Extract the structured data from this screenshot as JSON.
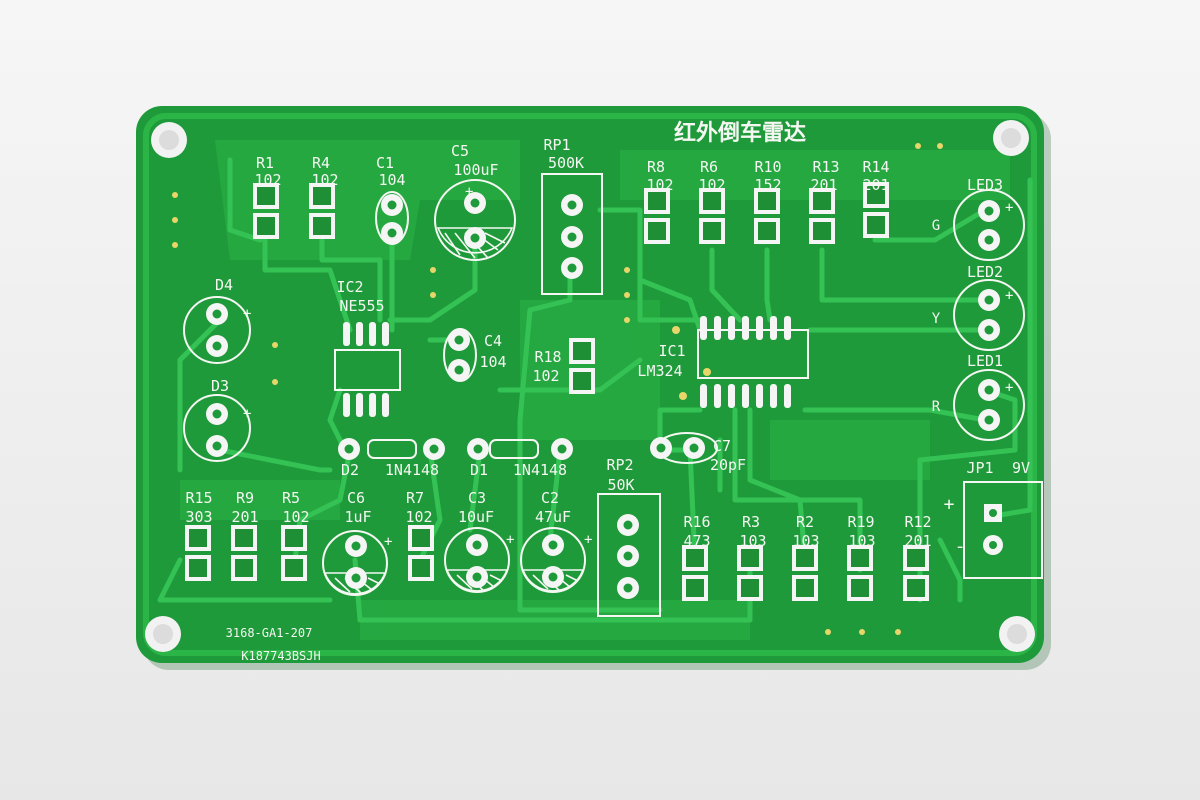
{
  "board": {
    "title": "红外倒车雷达",
    "part_number": "3168-GA1-207",
    "batch_code": "K187743BSJH",
    "colors": {
      "background": "#efefef",
      "board": "#1f9a3a",
      "copper": "#2bb547",
      "silkscreen": "#f4f7f2",
      "pad": "#f5f5f5"
    }
  },
  "components": {
    "r1": {
      "ref": "R1",
      "value": "102"
    },
    "r4": {
      "ref": "R4",
      "value": "102"
    },
    "c1": {
      "ref": "C1",
      "value": "104"
    },
    "c5": {
      "ref": "C5",
      "value": "100uF"
    },
    "rp1": {
      "ref": "RP1",
      "value": "500K"
    },
    "r8": {
      "ref": "R8",
      "value": "102"
    },
    "r6": {
      "ref": "R6",
      "value": "102"
    },
    "r10": {
      "ref": "R10",
      "value": "152"
    },
    "r13": {
      "ref": "R13",
      "value": "201"
    },
    "r14": {
      "ref": "R14",
      "value": "201"
    },
    "led3": {
      "ref": "LED3",
      "color_mark": "G"
    },
    "led2": {
      "ref": "LED2",
      "color_mark": "Y"
    },
    "led1": {
      "ref": "LED1",
      "color_mark": "R"
    },
    "d4": {
      "ref": "D4"
    },
    "d3": {
      "ref": "D3"
    },
    "ic2": {
      "ref": "IC2",
      "value": "NE555"
    },
    "c4": {
      "ref": "C4",
      "value": "104"
    },
    "r18": {
      "ref": "R18",
      "value": "102"
    },
    "ic1": {
      "ref": "IC1",
      "value": "LM324"
    },
    "c7": {
      "ref": "C7",
      "value": "20pF"
    },
    "d2": {
      "ref": "D2",
      "value": "1N4148"
    },
    "d1": {
      "ref": "D1",
      "value": "1N4148"
    },
    "jp1": {
      "ref": "JP1",
      "value": "9V",
      "plus": "+",
      "minus": "-"
    },
    "rp2": {
      "ref": "RP2",
      "value": "50K"
    },
    "r15": {
      "ref": "R15",
      "value": "303"
    },
    "r9": {
      "ref": "R9",
      "value": "201"
    },
    "r5": {
      "ref": "R5",
      "value": "102"
    },
    "c6": {
      "ref": "C6",
      "value": "1uF"
    },
    "r7": {
      "ref": "R7",
      "value": "102"
    },
    "c3": {
      "ref": "C3",
      "value": "10uF"
    },
    "c2": {
      "ref": "C2",
      "value": "47uF"
    },
    "r16": {
      "ref": "R16",
      "value": "473"
    },
    "r3": {
      "ref": "R3",
      "value": "103"
    },
    "r2": {
      "ref": "R2",
      "value": "103"
    },
    "r19": {
      "ref": "R19",
      "value": "103"
    },
    "r12": {
      "ref": "R12",
      "value": "201"
    }
  }
}
